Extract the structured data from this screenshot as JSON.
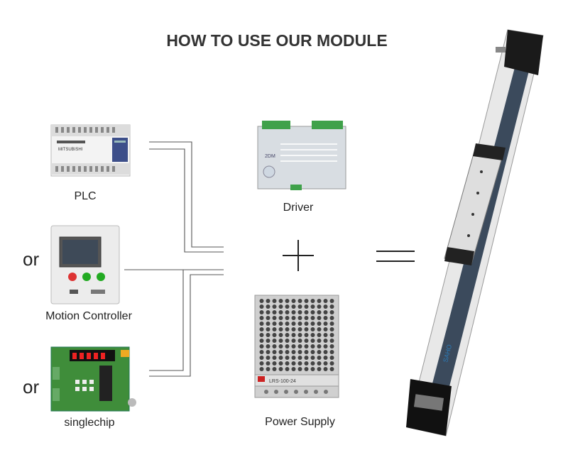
{
  "title": "HOW TO USE OUR MODULE",
  "controllers": [
    {
      "label": "PLC",
      "image_text": "MITSUBISHI"
    },
    {
      "prefix": "or",
      "label": "Motion Controller"
    },
    {
      "prefix": "or",
      "label": "singlechip"
    }
  ],
  "components": [
    {
      "label": "Driver",
      "image_text": "2DM"
    },
    {
      "label": "Power Supply",
      "image_text": "LRS-100-24"
    }
  ],
  "operators": {
    "plus": "+",
    "equals": "="
  },
  "module": {
    "brand": "SAHO"
  }
}
